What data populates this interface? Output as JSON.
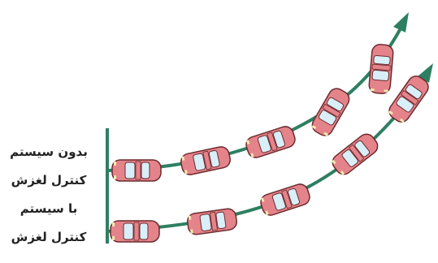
{
  "labels": {
    "without": [
      "بدون سیستم",
      "کنترل لغزش"
    ],
    "with": [
      "با سیستم",
      "کنترل لغزش"
    ]
  },
  "colors": {
    "path": "#2e7f61",
    "car_body": "#e4848a",
    "car_outline": "#6d2a2e",
    "window": "#d8eef8",
    "wall": "#2e7f61"
  },
  "icons": [
    "car-icon",
    "arrow-head-icon"
  ]
}
